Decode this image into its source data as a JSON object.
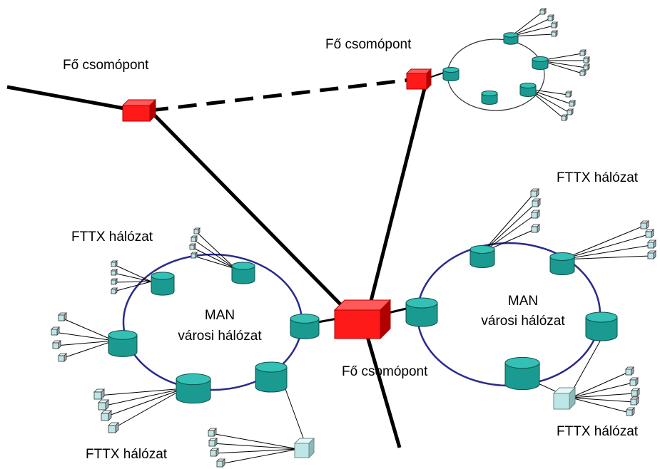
{
  "labels": {
    "main_node_left": "Fő csomópont",
    "main_node_top": "Fő csomópont",
    "main_node_center": "Fő csomópont",
    "fttx_left_top": "FTTX hálózat",
    "fttx_left_bottom": "FTTX hálózat",
    "fttx_right_top": "FTTX hálózat",
    "fttx_right_bottom": "FTTX hálózat",
    "man_left_line1": "MAN",
    "man_left_line2": "városi hálózat",
    "man_right_line1": "MAN",
    "man_right_line2": "városi hálózat"
  },
  "colors": {
    "node_red": "#ff1a1a",
    "node_red_dark": "#b00000",
    "cyl_teal": "#1a9a90",
    "cyl_teal_top": "#34c0b4",
    "ring_line": "#2a2a8c",
    "box_light": "#bfe6e6",
    "link_black": "#000000"
  }
}
